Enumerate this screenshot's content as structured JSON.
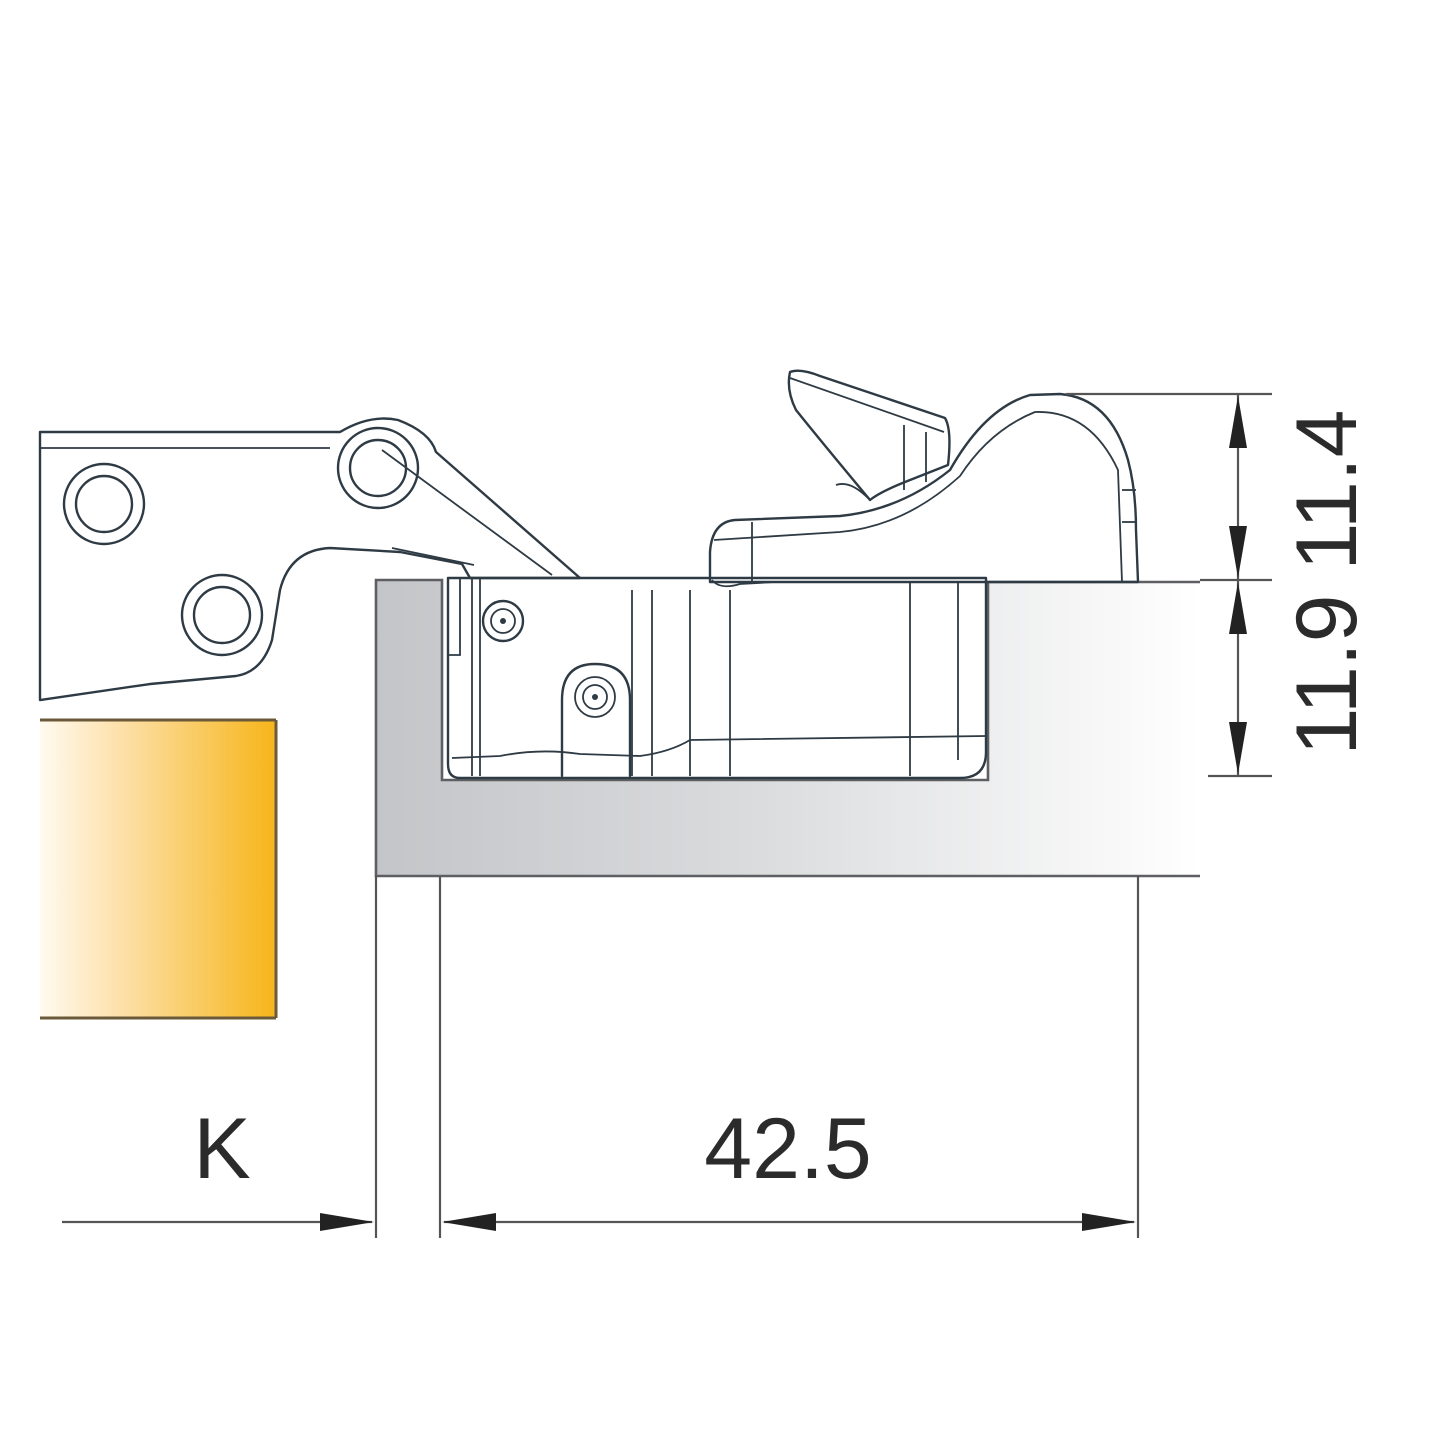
{
  "drawing": {
    "subject": "Concealed cabinet hinge cross-section with mounting plate",
    "colors": {
      "hinge_metal": "#9fb0bc",
      "hinge_outline": "#2e3a44",
      "cabinet_panel_dark": "#c6c7c9",
      "cabinet_panel_light": "#ffffff",
      "door_light": "#fff8ec",
      "door_dark": "#f7b51a",
      "dimension_line": "#555555",
      "text": "#2b2b2b"
    }
  },
  "dimensions": {
    "horizontal": {
      "k_label": "K",
      "width_label": "42.5"
    },
    "vertical": {
      "lower_label": "11.9",
      "upper_label": "11.4"
    }
  }
}
